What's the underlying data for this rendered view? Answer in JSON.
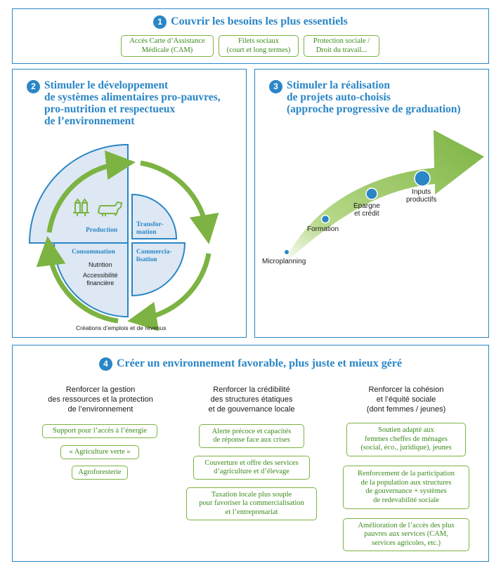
{
  "panel1": {
    "number": "1",
    "title": "Couvrir les besoins les plus essentiels",
    "boxes": [
      "Accès Carte d’Assistance\nMédicale (CAM)",
      "Filets sociaux\n(court et long termes)",
      "Protection sociale /\nDroit du travail..."
    ]
  },
  "panel2": {
    "number": "2",
    "title": "Stimuler le développement\nde systèmes alimentaires pro-pauvres,\npro-nutrition et respectueux\nde l’environnement",
    "production": "Production",
    "transformation": "Transfor-\nmation",
    "commercialisation": "Commercia-\nlisation",
    "consommation": "Consommation",
    "nutrition": "Nutrition",
    "accessibilite": "Accessibilité\nfinancière",
    "footer": "Créations d’emplois et de revenus"
  },
  "panel3": {
    "number": "3",
    "title": "Stimuler la réalisation\nde projets auto-choisis\n(approche progressive de graduation)",
    "steps": [
      "Microplanning",
      "Formation",
      "Epargne\net crédit",
      "Inputs\nproductifs"
    ]
  },
  "panel4": {
    "number": "4",
    "title": "Créer un environnement favorable, plus juste et mieux géré",
    "columns": [
      {
        "heading": "Renforcer la gestion\ndes ressources et la protection\nde l’environnement",
        "items": [
          "Support pour l’accès à l’énergie",
          "« Agriculture verte »",
          "Agroforesterie"
        ]
      },
      {
        "heading": "Renforcer la crédibilité\ndes structures étatiques\net de gouvernance locale",
        "items": [
          "Alerte précoce et capacités\nde réponse face aux crises",
          "Couverture et offre des services\nd’agriculture et d’élevage",
          "Taxation locale plus souple\npour favoriser la commercialisation\net l’entreprenariat"
        ]
      },
      {
        "heading": "Renforcer la cohésion\net l’équité sociale\n(dont femmes / jeunes)",
        "items": [
          "Soutien adapté aux\nfemmes cheffes de ménages\n(social, éco., juridique), jeunes",
          "Renforcement de la participation\nde la population aux structures\nde gouvernance + systèmes\nde redevabilité sociale",
          "Amélioration de l’accès des plus\npauvres aux services (CAM,\nservices agricoles, etc.)"
        ]
      }
    ]
  },
  "colors": {
    "blue": "#2a86c6",
    "green": "#7cb342",
    "light_blue": "#dde8f4"
  }
}
